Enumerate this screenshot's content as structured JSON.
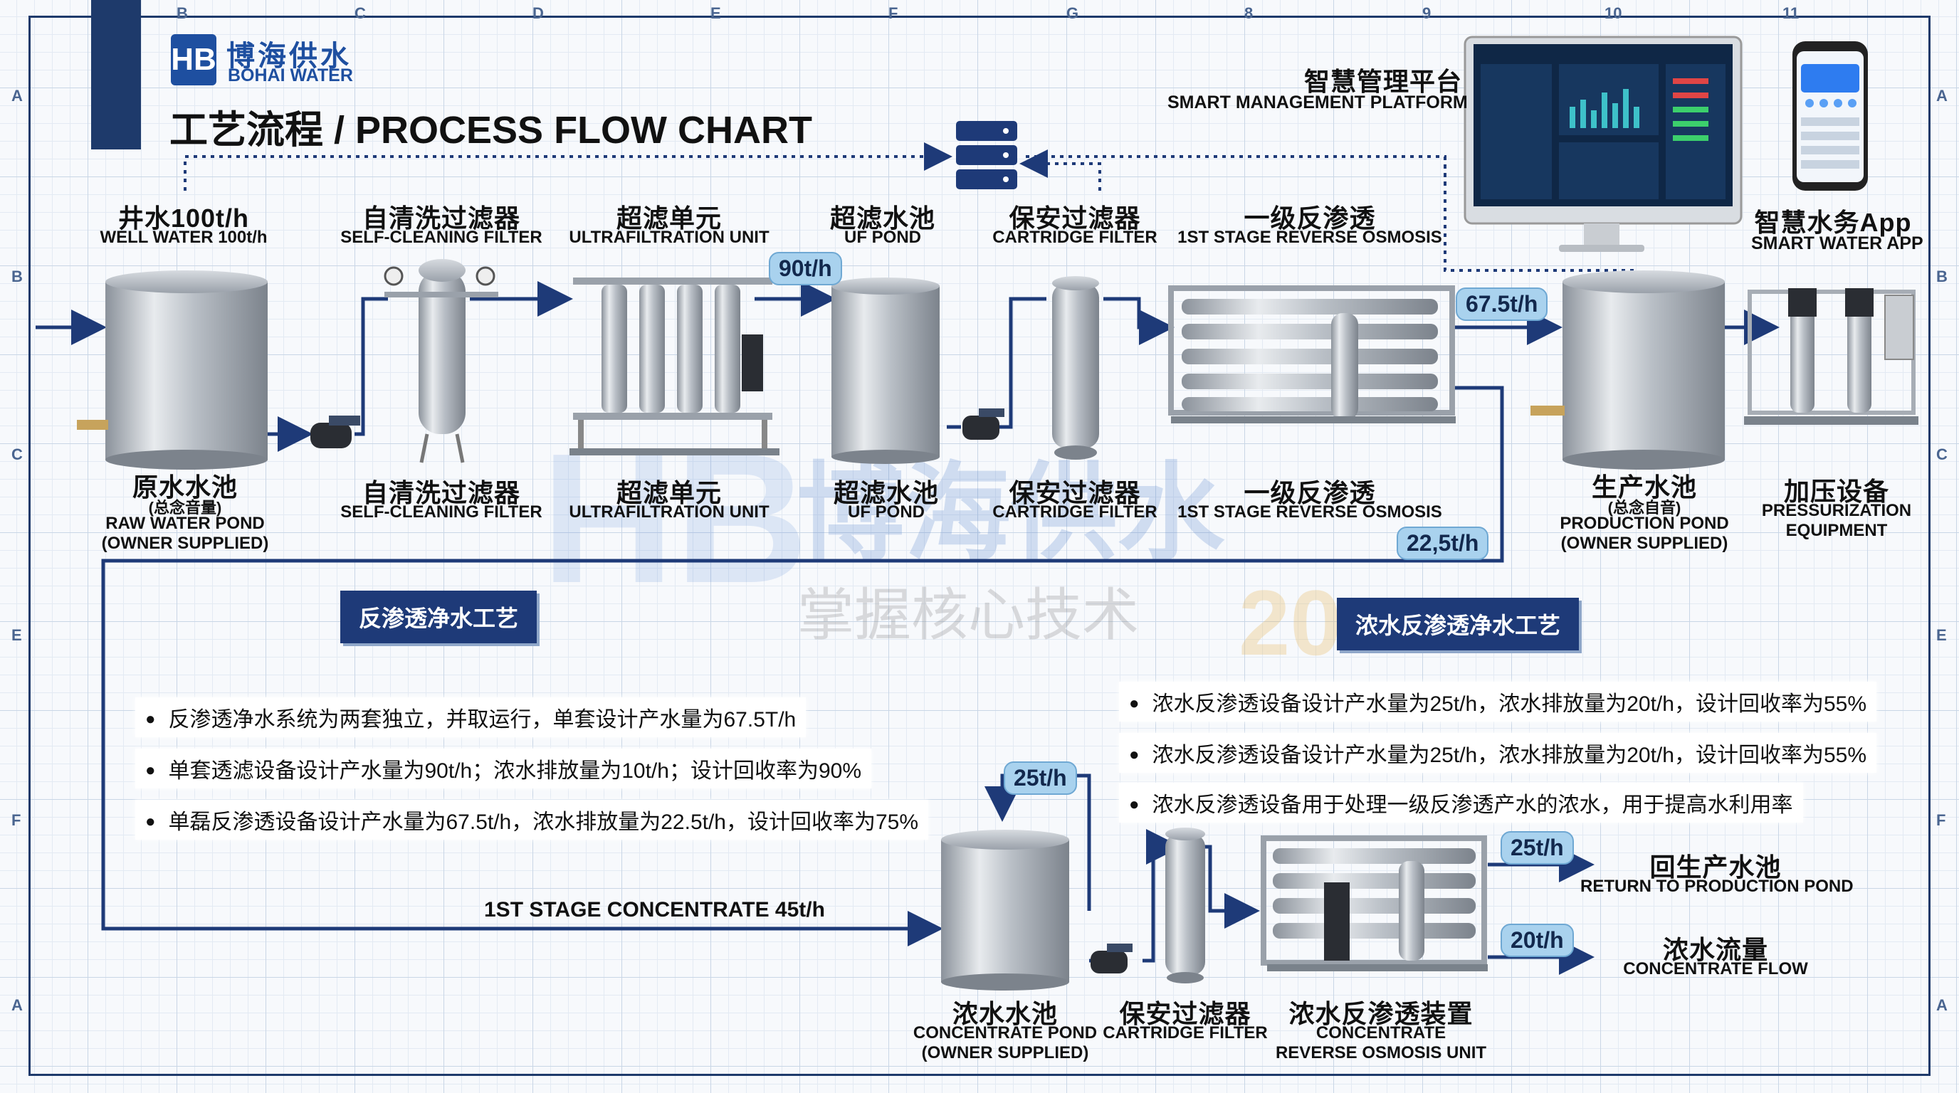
{
  "header": {
    "brand_cn": "博海供水",
    "brand_en": "BOHAI WATER",
    "title": "工艺流程 / PROCESS FLOW CHART"
  },
  "grid_labels": {
    "columns": [
      "B",
      "C",
      "D",
      "E",
      "F",
      "G",
      "8",
      "9",
      "10",
      "11"
    ],
    "rows_left": [
      "A",
      "B",
      "C",
      "E",
      "F",
      "A"
    ],
    "rows_right": [
      "A",
      "B",
      "C",
      "E",
      "F",
      "A"
    ]
  },
  "platform": {
    "cn": "智慧管理平台",
    "en": "SMART MANAGEMENT PLATFORM"
  },
  "app": {
    "cn": "智慧水务App",
    "en": "SMART WATER APP"
  },
  "top_labels": {
    "well": {
      "cn": "井水100t/h",
      "en": "WELL WATER 100t/h"
    },
    "self_clean": {
      "cn": "自清洗过滤器",
      "en": "SELF-CLEANING FILTER"
    },
    "uf_unit": {
      "cn": "超滤单元",
      "en": "ULTRAFILTRATION UNIT"
    },
    "uf_pond": {
      "cn": "超滤水池",
      "en": "UF POND"
    },
    "cartridge": {
      "cn": "保安过滤器",
      "en": "CARTRIDGE FILTER"
    },
    "ro1": {
      "cn": "一级反渗透",
      "en": "1ST STAGE REVERSE OSMOSIS"
    }
  },
  "bottom_labels": {
    "raw_pond": {
      "cn": "原水水池",
      "sub": "(总念音量)",
      "en1": "RAW WATER POND",
      "en2": "(OWNER SUPPLIED)"
    },
    "self_clean": {
      "cn": "自清洗过滤器",
      "en": "SELF-CLEANING FILTER"
    },
    "uf_unit": {
      "cn": "超滤单元",
      "en": "ULTRAFILTRATION UNIT"
    },
    "uf_pond": {
      "cn": "超滤水池",
      "en": "UF POND"
    },
    "cartridge": {
      "cn": "保安过滤器",
      "en": "CARTRIDGE FILTER"
    },
    "ro1": {
      "cn": "一级反渗透",
      "en": "1ST STAGE REVERSE OSMOSIS"
    },
    "production": {
      "cn": "生产水池",
      "sub": "(总念自音)",
      "en1": "PRODUCTION POND",
      "en2": "(OWNER SUPPLIED)"
    },
    "pressurize": {
      "cn": "加压设备",
      "en1": "PRESSURIZATION",
      "en2": "EQUIPMENT"
    }
  },
  "rates": {
    "uf": "90t/h",
    "ro_product": "67.5t/h",
    "ro_conc": "22,5t/h",
    "conc_pond": "25t/h",
    "return": "25t/h",
    "conc_flow": "20t/h"
  },
  "banners": {
    "ro_process": "反渗透净水工艺",
    "conc_process": "浓水反渗透净水工艺"
  },
  "watermark": {
    "cn": "博海供水",
    "slogan": "掌握核心技术",
    "years": "20"
  },
  "notes_left": [
    "反渗透净水系统为两套独立，并取运行，单套设计产水量为67.5T/h",
    "单套透滤设备设计产水量为90t/h；浓水排放量为10t/h；设计回收率为90%",
    "单磊反渗透设备设计产水量为67.5t/h，浓水排放量为22.5t/h，设计回收率为75%"
  ],
  "notes_right": [
    "浓水反渗透设备设计产水量为25t/h，浓水排放量为20t/h，设计回收率为55%",
    "浓水反渗透设备设计产水量为25t/h，浓水排放量为20t/h，设计回收率为55%",
    "浓水反渗透设备用于处理一级反渗透产水的浓水，用于提高水利用率"
  ],
  "concentrate_line": "1ST STAGE CONCENTRATE 45t/h",
  "lower_labels": {
    "conc_pond": {
      "cn": "浓水水池",
      "en1": "CONCENTRATE POND",
      "en2": "(OWNER SUPPLIED)"
    },
    "cartridge": {
      "cn": "保安过滤器",
      "en": "CARTRIDGE FILTER"
    },
    "conc_ro": {
      "cn": "浓水反渗透装置",
      "en1": "CONCENTRATE",
      "en2": "REVERSE OSMOSIS UNIT"
    },
    "return": {
      "cn": "回生产水池",
      "en": "RETURN TO PRODUCTION POND"
    },
    "conc_flow": {
      "cn": "浓水流量",
      "en": "CONCENTRATE FLOW"
    }
  },
  "colors": {
    "line": "#1e3a78",
    "accent": "#a9d2ee",
    "steel": "#b8bec6"
  }
}
